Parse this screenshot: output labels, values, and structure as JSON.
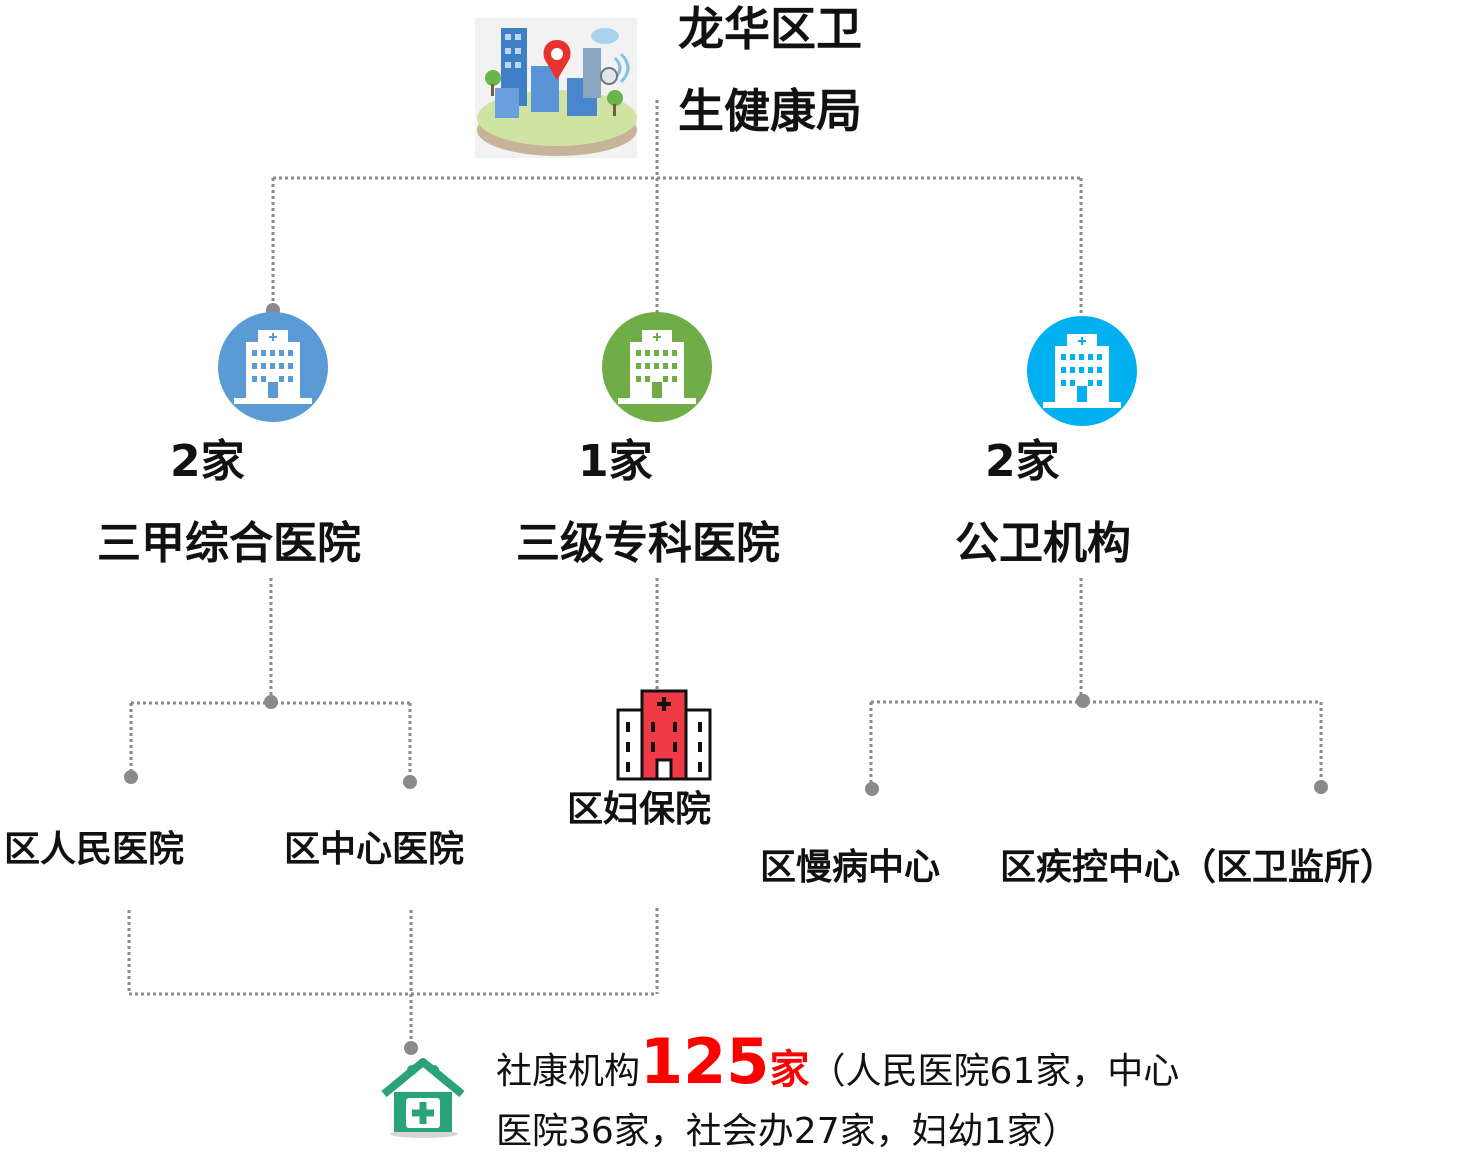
{
  "root": {
    "name_line1": "龙华区卫",
    "name_line2": "生健康局",
    "icon": "smart-city-icon"
  },
  "categories": [
    {
      "count": "2家",
      "label": "三甲综合医院",
      "icon": "hospital-icon",
      "color": "#5b9bd5"
    },
    {
      "count": "1家",
      "label": "三级专科医院",
      "icon": "hospital-icon",
      "color": "#70ad47"
    },
    {
      "count": "2家",
      "label": "公卫机构",
      "icon": "hospital-icon",
      "color": "#00b0f0"
    }
  ],
  "leaves": {
    "general": [
      "区人民医院",
      "区中心医院"
    ],
    "specialty": "区妇保院",
    "public_health": [
      "区慢病中心",
      "区疾控中心（区卫监所）"
    ]
  },
  "summary": {
    "prefix": "社康机构",
    "number": "125",
    "unit": "家",
    "detail_line1": "（人民医院61家，中心",
    "detail_line2": "医院36家，社会办27家，妇幼1家）",
    "icon": "community-health-icon",
    "accent": "#ff0000"
  },
  "colors": {
    "line": "#8a8a8a",
    "hospital_red": "#f03a47",
    "health_green": "#2aa27a"
  }
}
